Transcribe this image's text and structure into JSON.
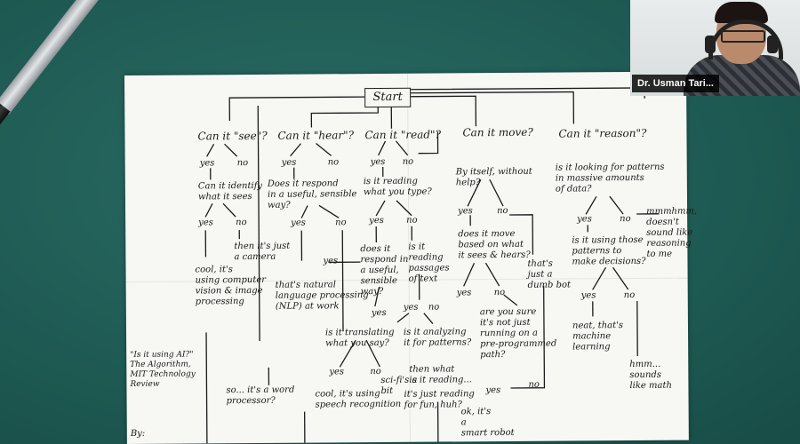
{
  "video_call": {
    "participant_name": "Dr. Usman Tari..."
  },
  "flowchart": {
    "start": "Start",
    "questions": {
      "see": "Can it \"see\"?",
      "hear": "Can it \"hear\"?",
      "read": "Can it \"read\"?",
      "move": "Can it move?",
      "reason": "Can it \"reason\"?"
    },
    "nodes": {
      "see_yes": "yes",
      "see_no": "no",
      "identify": "Can it identify\nwhat it sees",
      "identify_yes": "yes",
      "identify_no": "no",
      "just_camera": "then it's just\na camera",
      "cool_vision": "cool, it's\nusing computer\nvision & image\nprocessing",
      "hear_yes": "yes",
      "hear_no": "no",
      "respond": "Does it respond\nin a useful, sensible\nway?",
      "respond_yes": "yes",
      "respond_no": "no",
      "read_yes": "yes",
      "read_no": "no",
      "reading_type": "is it reading\nwhat you type?",
      "rt_yes": "yes",
      "rt_no": "no",
      "respond2": "does it\nrespond in\na useful,\nsensible\nway?",
      "passages": "is it\nreading\npassages\nof text",
      "yes_mid": "yes",
      "nlp": "that's natural\nlanguage processing\n(NLP) at work",
      "translating": "is it translating\nwhat you say?",
      "tr_yes": "yes",
      "tr_no": "no",
      "speech": "cool, it's using\nspeech recognition",
      "scifi": "sci-fi's a\nbit",
      "word_proc": "so... it's a word\nprocessor?",
      "analyzing": "is it analyzing\nit for patterns?",
      "an_yes": "yes",
      "an_no": "no",
      "what_reading": "then what\nis it reading...",
      "fun": "it's just reading\nfor fun, huh?",
      "move_itself": "By itself, without\nhelp?",
      "mv_yes": "yes",
      "mv_no": "no",
      "move_based": "does it move\nbased on what\nit sees & hears?",
      "dumb_bot": "that's\njust a\ndumb bot",
      "mb_yes": "yes",
      "mb_no": "no",
      "programmed": "are you sure\nit's not just\nrunning on a\npre-programmed\npath?",
      "pg_yes": "yes",
      "pg_no": "no",
      "smart_robot": "ok, it's\na\nsmart robot",
      "patterns": "is it looking for patterns\nin massive amounts\nof data?",
      "pt_yes": "yes",
      "pt_no": "no",
      "not_reasoning": "mmmhmm,\ndoesn't\nsound like\nreasoning\nto me",
      "decisions": "is it using those\npatterns to\nmake decisions?",
      "dc_yes": "yes",
      "dc_no": "no",
      "ml": "neat, that's\nmachine\nlearning",
      "math": "hmm...\nsounds\nlike math",
      "credit": "\"Is it using AI?\"\nThe Algorithm,\nMIT Technology\nReview",
      "by": "By:"
    }
  }
}
